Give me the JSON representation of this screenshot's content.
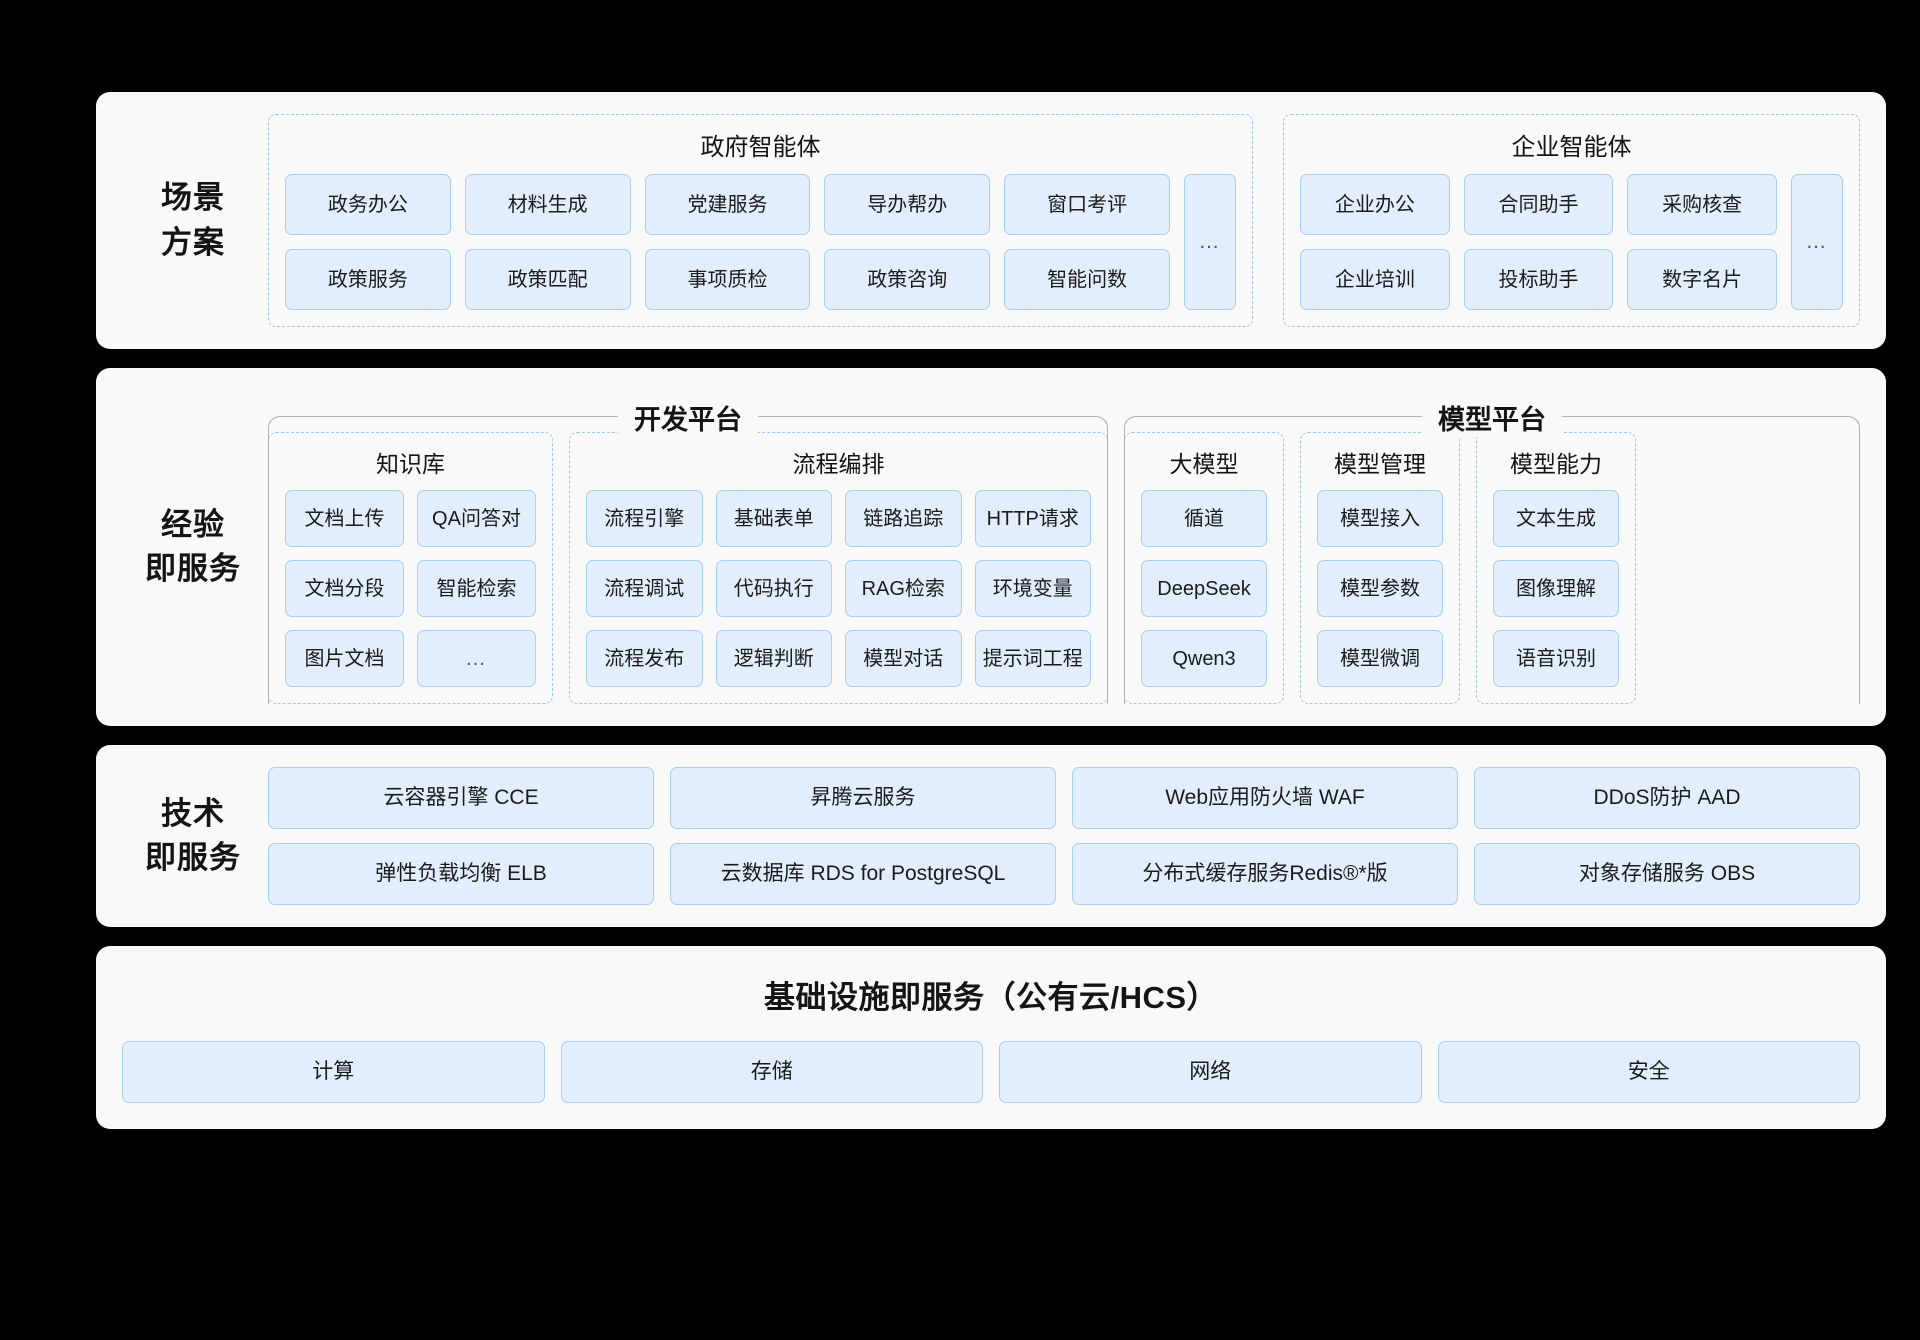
{
  "tiers": [
    {
      "label_lines": [
        "场景",
        "方案"
      ],
      "groups": [
        {
          "title": "政府智能体",
          "row1": [
            "政务办公",
            "材料生成",
            "党建服务",
            "导办帮办",
            "窗口考评"
          ],
          "row2": [
            "政策服务",
            "政策匹配",
            "事项质检",
            "政策咨询",
            "智能问数"
          ],
          "more": "…"
        },
        {
          "title": "企业智能体",
          "row1": [
            "企业办公",
            "合同助手",
            "采购核查"
          ],
          "row2": [
            "企业培训",
            "投标助手",
            "数字名片"
          ],
          "more": "…"
        }
      ]
    },
    {
      "label_lines": [
        "经验",
        "即服务"
      ],
      "platforms": [
        {
          "title": "开发平台",
          "groups": [
            {
              "title": "知识库",
              "rows": [
                [
                  "文档上传",
                  "QA问答对"
                ],
                [
                  "文档分段",
                  "智能检索"
                ],
                [
                  "图片文档",
                  "…"
                ]
              ]
            },
            {
              "title": "流程编排",
              "rows": [
                [
                  "流程引擎",
                  "基础表单",
                  "链路追踪",
                  "HTTP请求"
                ],
                [
                  "流程调试",
                  "代码执行",
                  "RAG检索",
                  "环境变量"
                ],
                [
                  "流程发布",
                  "逻辑判断",
                  "模型对话",
                  "提示词工程"
                ]
              ]
            }
          ]
        },
        {
          "title": "模型平台",
          "groups": [
            {
              "title": "大模型",
              "rows": [
                [
                  "循道"
                ],
                [
                  "DeepSeek"
                ],
                [
                  "Qwen3"
                ]
              ]
            },
            {
              "title": "模型管理",
              "rows": [
                [
                  "模型接入"
                ],
                [
                  "模型参数"
                ],
                [
                  "模型微调"
                ]
              ]
            },
            {
              "title": "模型能力",
              "rows": [
                [
                  "文本生成"
                ],
                [
                  "图像理解"
                ],
                [
                  "语音识别"
                ]
              ]
            }
          ]
        }
      ]
    },
    {
      "label_lines": [
        "技术",
        "即服务"
      ],
      "rows": [
        [
          "云容器引擎 CCE",
          "昇腾云服务",
          "Web应用防火墙 WAF",
          "DDoS防护 AAD"
        ],
        [
          "弹性负载均衡 ELB",
          "云数据库 RDS for PostgreSQL",
          "分布式缓存服务Redis®*版",
          "对象存储服务 OBS"
        ]
      ]
    },
    {
      "title": "基础设施即服务（公有云/HCS）",
      "row": [
        "计算",
        "存储",
        "网络",
        "安全"
      ]
    }
  ],
  "colors": {
    "page_bg": "#000000",
    "card_bg": "#f9f9fa",
    "box_fill": "#e3eefc",
    "box_border": "#a8cdf3",
    "dash_border": "#9cc6ef",
    "bracket_border": "#b0b0b0",
    "text": "#141414"
  }
}
